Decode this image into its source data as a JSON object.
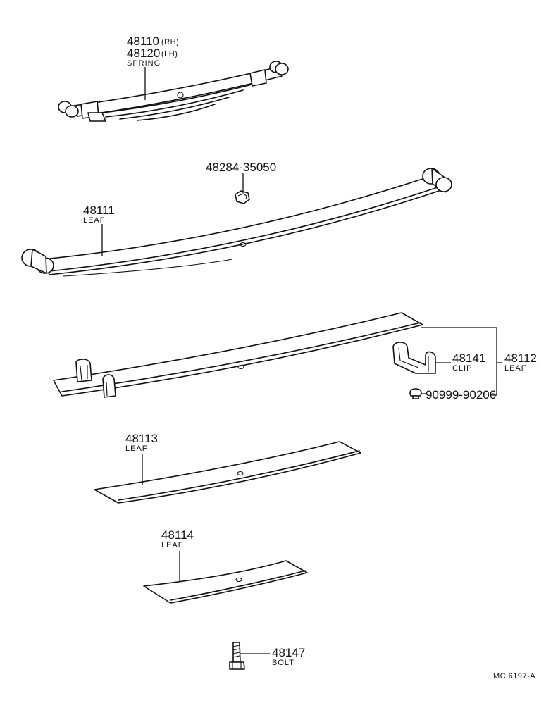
{
  "parts": {
    "spring": {
      "number_rh": "48110",
      "side_rh": "(RH)",
      "number_lh": "48120",
      "side_lh": "(LH)",
      "name": "SPRING"
    },
    "nut": {
      "number": "48284-35050"
    },
    "leaf_main": {
      "number": "48111",
      "name": "LEAF"
    },
    "clip": {
      "number": "48141",
      "name": "CLIP"
    },
    "leaf_second": {
      "number": "48112",
      "name": "LEAF"
    },
    "rivet": {
      "number": "90999-90206"
    },
    "leaf_third": {
      "number": "48113",
      "name": "LEAF"
    },
    "leaf_fourth": {
      "number": "48114",
      "name": "LEAF"
    },
    "bolt": {
      "number": "48147",
      "name": "BOLT"
    }
  },
  "diagram_code": "MC 6197-A"
}
